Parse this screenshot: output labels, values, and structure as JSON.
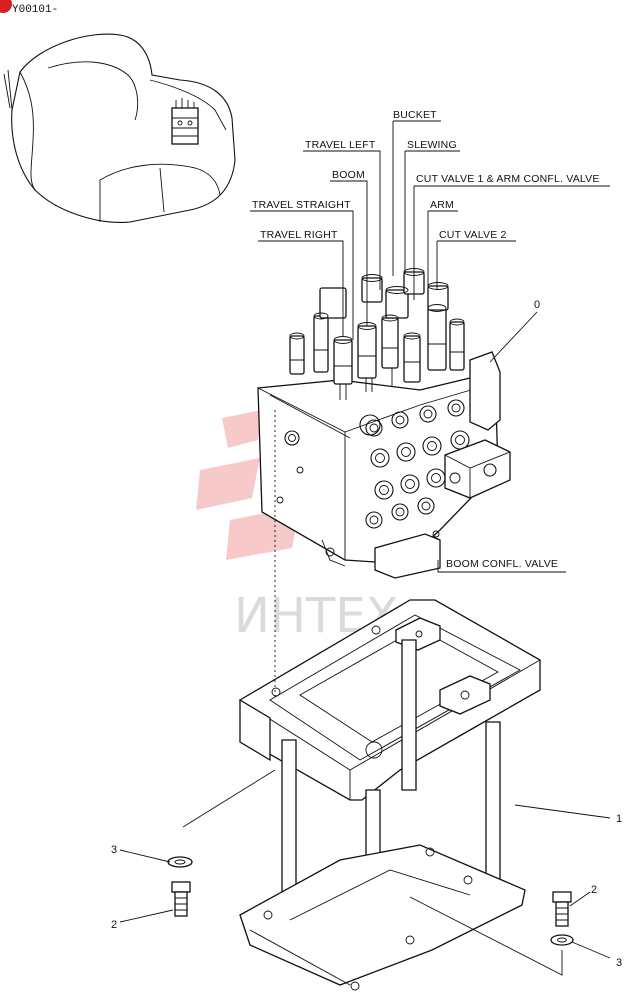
{
  "header": {
    "code": "Y00101-"
  },
  "labels": {
    "bucket": "BUCKET",
    "travel_left": "TRAVEL LEFT",
    "slewing": "SLEWING",
    "boom": "BOOM",
    "cut_valve_1": "CUT VALVE 1 & ARM CONFL. VALVE",
    "travel_straight": "TRAVEL STRAIGHT",
    "arm": "ARM",
    "travel_right": "TRAVEL RIGHT",
    "cut_valve_2": "CUT VALVE 2",
    "boom_confl": "BOOM CONFL. VALVE"
  },
  "callouts": {
    "main_valve": "0",
    "bracket": "1",
    "bolt_left": "2",
    "washer_left": "3",
    "bolt_right": "2",
    "washer_right": "3"
  },
  "watermark": {
    "text": "ИНТЕХ",
    "logo_color": "#f08a8a"
  },
  "colors": {
    "line": "#111111",
    "badge": "#d62020"
  }
}
